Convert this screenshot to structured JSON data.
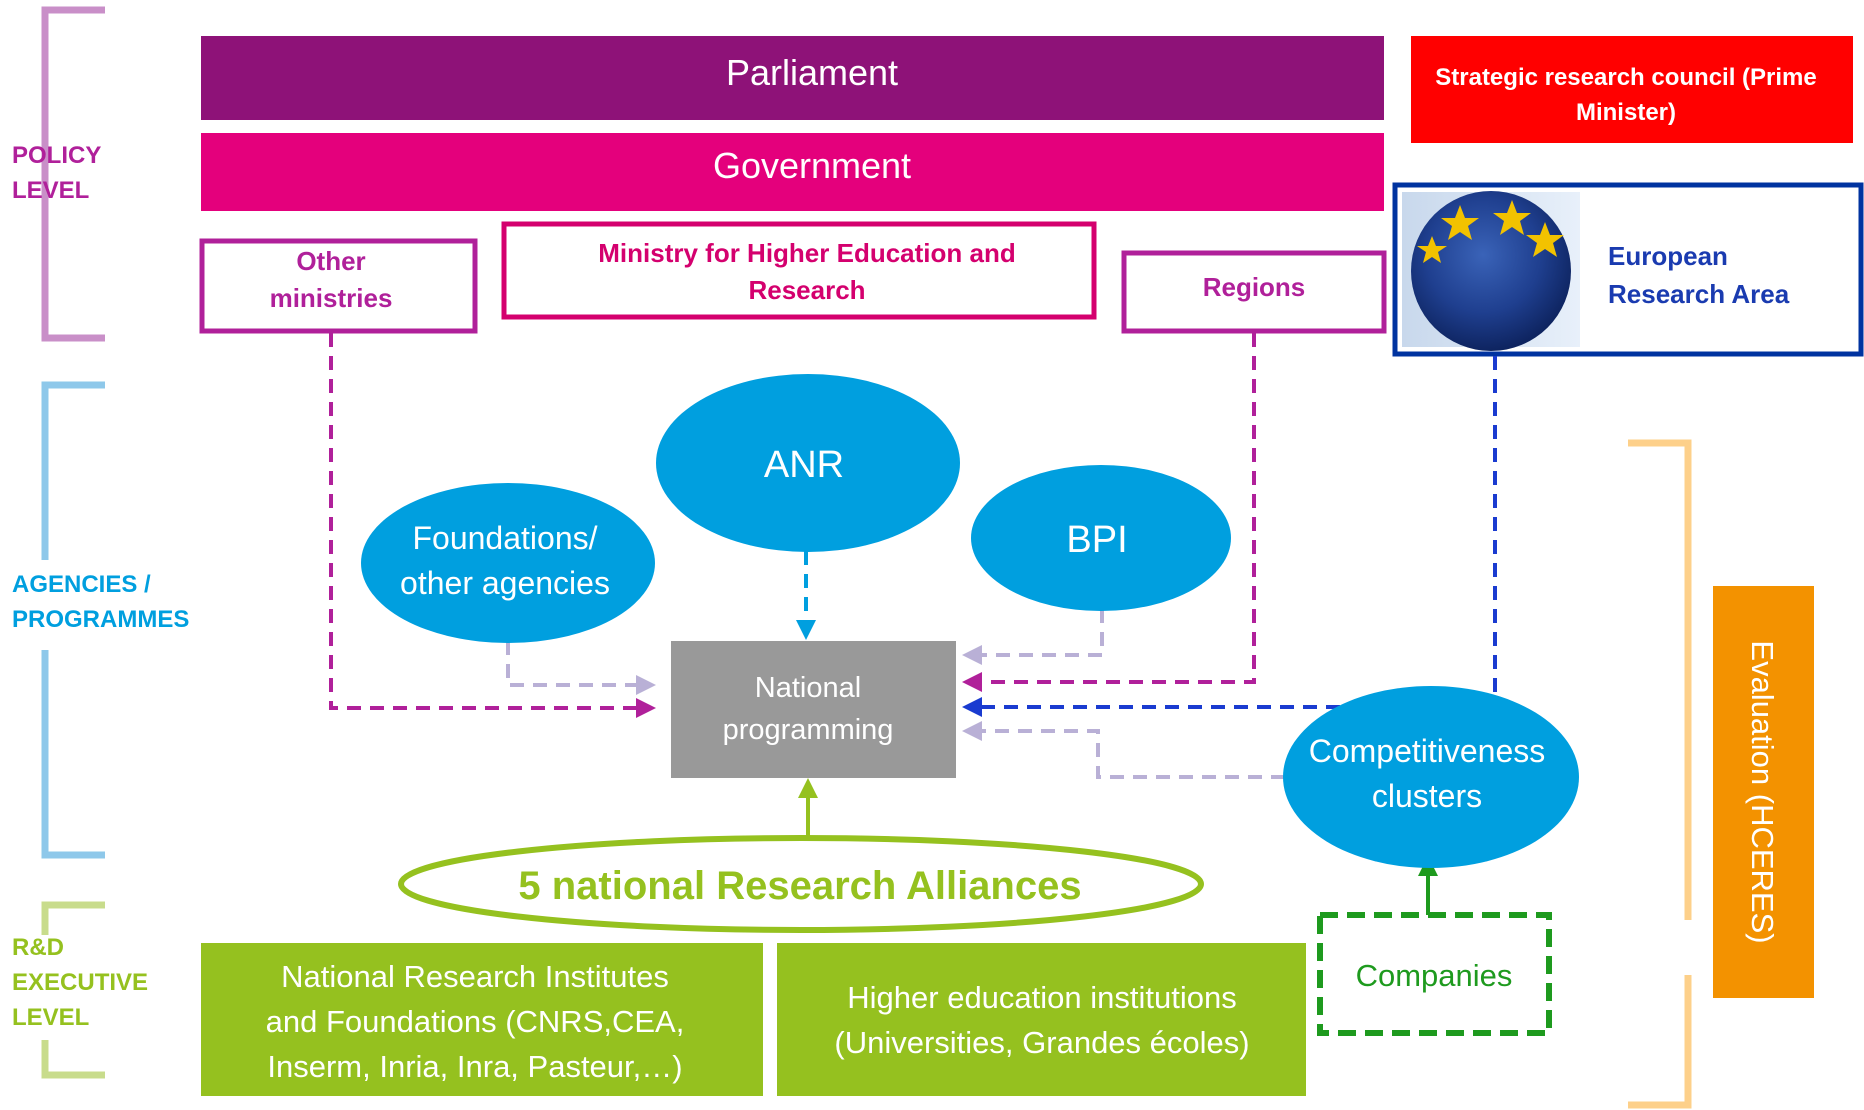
{
  "levels": {
    "policy": [
      "POLICY",
      "LEVEL"
    ],
    "agencies": [
      "AGENCIES /",
      "PROGRAMMES"
    ],
    "executive": [
      "R&D",
      "EXECUTIVE",
      "LEVEL"
    ]
  },
  "nodes": {
    "parliament": "Parliament",
    "government": "Government",
    "strategic_council": [
      "Strategic research council (Prime",
      "Minister)"
    ],
    "other_ministries": [
      "Other",
      "ministries"
    ],
    "ministry": [
      "Ministry for Higher Education and",
      "Research"
    ],
    "regions": "Regions",
    "era": [
      "European",
      "Research Area"
    ],
    "anr": "ANR",
    "bpi": "BPI",
    "foundations": [
      "Foundations/",
      "other agencies"
    ],
    "national_programming": [
      "National",
      "programming"
    ],
    "competitiveness": [
      "Competitiveness",
      "clusters"
    ],
    "alliances": "5 national Research Alliances",
    "research_institutes": [
      "National Research Institutes",
      "and Foundations (CNRS,CEA,",
      "Inserm, Inria, Inra, Pasteur,…)"
    ],
    "higher_education": [
      "Higher education institutions",
      "(Universities, Grandes écoles)"
    ],
    "companies": "Companies",
    "evaluation": "Evaluation (HCERES)"
  },
  "colors": {
    "parliament": "#8e1278",
    "government": "#e4007c",
    "strategic": "#ff0000",
    "ministry_border": "#d4006e",
    "ministry_text": "#d4006e",
    "other_border": "#b0209a",
    "agency_blue": "#009fdf",
    "era_border": "#0033a0",
    "era_text": "#1a3bb0",
    "programming": "#999999",
    "green": "#95c11f",
    "companies_green": "#1e9a1e",
    "evaluation": "#f39200",
    "bracket_policy": "#c98fc8",
    "bracket_agencies": "#8ec8ea",
    "bracket_exec": "#c8dc8c",
    "bracket_eval": "#fdd08a",
    "arrow_lavender": "#b9b0d6",
    "arrow_magenta": "#b0209a",
    "arrow_blue": "#1a3bd0",
    "arrow_cyan": "#009fdf"
  }
}
